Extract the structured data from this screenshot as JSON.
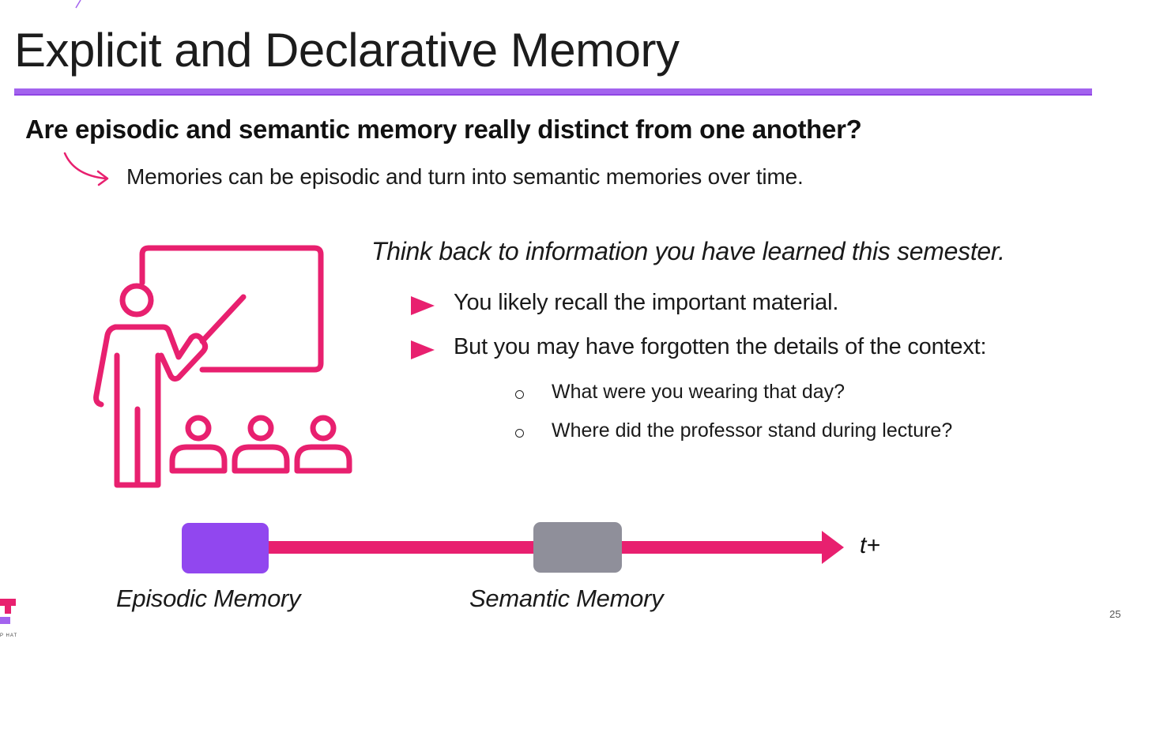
{
  "slide": {
    "title": "Explicit and Declarative Memory",
    "question": "Are episodic and semantic memory really distinct from one another?",
    "answer": "Memories can be episodic and turn into semantic memories over time.",
    "prompt": "Think back to information you have learned this semester.",
    "bullets": [
      "You likely recall the important material.",
      "But you may have forgotten the details of the context:"
    ],
    "sub_bullets": [
      "What were you wearing that day?",
      "Where did the professor stand during lecture?"
    ],
    "timeline": {
      "start_label": "Episodic Memory",
      "middle_label": "Semantic Memory",
      "end_label": "t+"
    },
    "page_number": "25",
    "logo_text": "P HAT"
  },
  "colors": {
    "accent_purple": "#a363ee",
    "accent_pink": "#e8206f",
    "episodic_box": "#9147ef",
    "semantic_box": "#8f8f9a"
  }
}
